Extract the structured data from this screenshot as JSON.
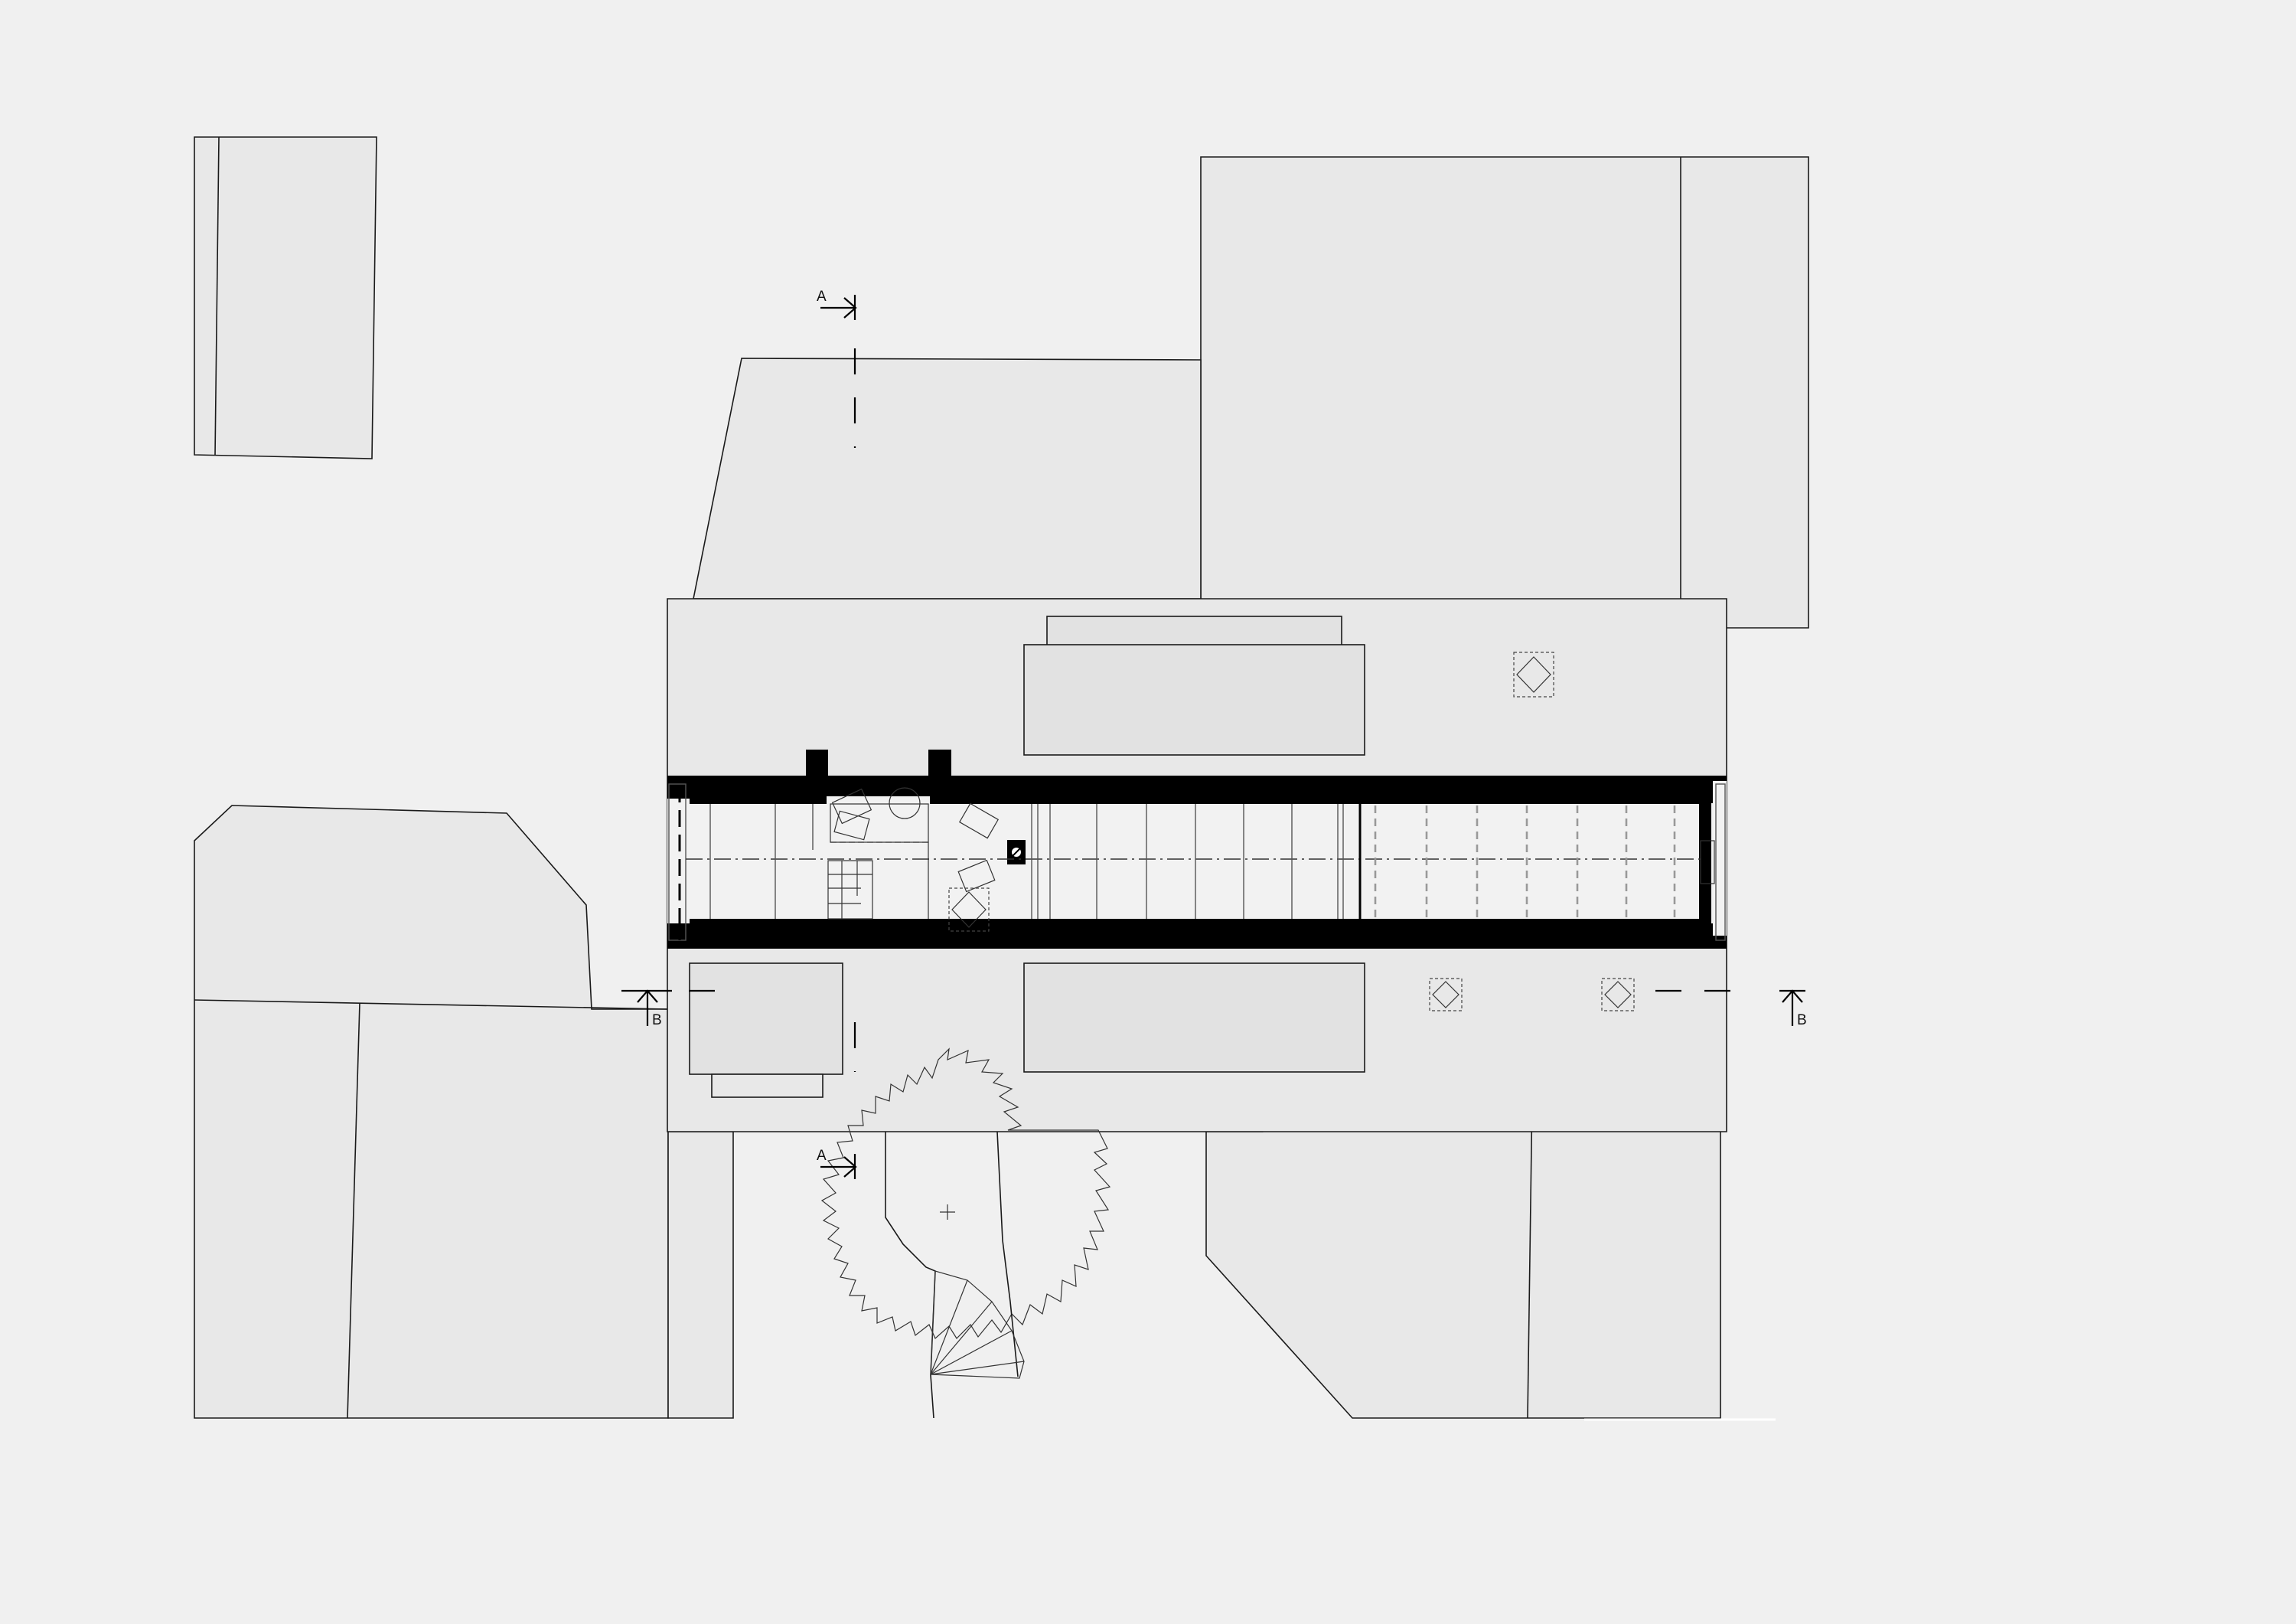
{
  "section_marks": {
    "a_top": "A",
    "a_bottom": "A",
    "b_left": "B",
    "b_right": "B"
  }
}
